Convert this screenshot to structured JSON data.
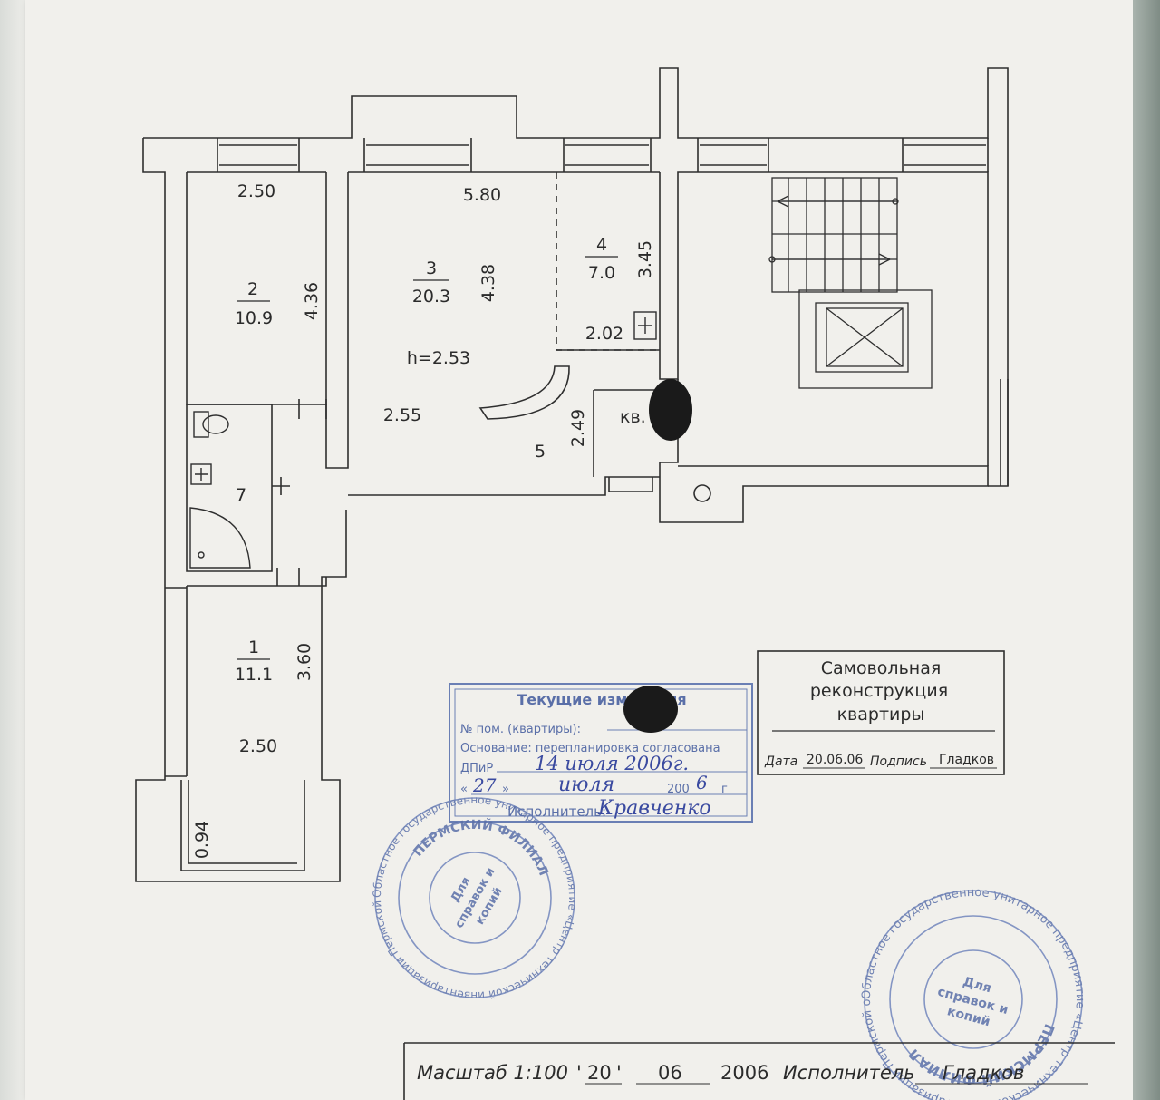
{
  "plan": {
    "rooms": [
      {
        "number": "1",
        "area": "11.1"
      },
      {
        "number": "2",
        "area": "10.9"
      },
      {
        "number": "3",
        "area": "20.3"
      },
      {
        "number": "4",
        "area": "7.0"
      },
      {
        "number": "5"
      },
      {
        "number": "7"
      }
    ],
    "dimensions": {
      "room2_width": "2.50",
      "room2_depth": "4.36",
      "room3_width": "5.80",
      "room3_depth": "4.38",
      "room4_depth": "3.45",
      "room4_width": "2.02",
      "hall_width": "2.55",
      "hall_depth": "2.49",
      "room1_depth": "3.60",
      "room1_width": "2.50",
      "balcony_depth": "0.94"
    },
    "ceiling_height": "h=2.53",
    "apartment_label": "кв."
  },
  "changes_stamp": {
    "title": "Текущие изменения",
    "row1": "№ пом. (квартиры):",
    "row2": "Основание: перепланировка согласована",
    "row3_label": "ДПиР",
    "row3_value": "14 июля 2006г.",
    "row4_day": "27",
    "row4_month": "июля",
    "row4_year_prefix": "200",
    "row4_year_suffix": "6",
    "row4_g": "г",
    "row5_label": "Исполнитель:",
    "row5_value": "Кравченко"
  },
  "reconstruction_box": {
    "line1": "Самовольная",
    "line2": "реконструкция",
    "line3": "квартиры",
    "date_label": "Дата",
    "date_value": "20.06.06",
    "sign_label": "Подпись",
    "sign_value": "Гладков"
  },
  "footer": {
    "scale_label": "Масштаб 1:100",
    "day": "20",
    "month": "06",
    "year": "2006",
    "executor_label": "Исполнитель",
    "executor_value": "Гладков"
  },
  "round_stamps": {
    "outer_text": "Областное государственное унитарное предприятие «Центр технической инвентаризации Пермской области»",
    "branch": "ПЕРМСКИЙ ФИЛИАЛ",
    "center_line1": "Для",
    "center_line2": "справок и",
    "center_line3": "копий"
  },
  "colors": {
    "paper": "#f1f0ec",
    "ink": "#2b2b2b",
    "stamp_blue": "#5a6fa8",
    "redaction": "#1a1a1a"
  }
}
